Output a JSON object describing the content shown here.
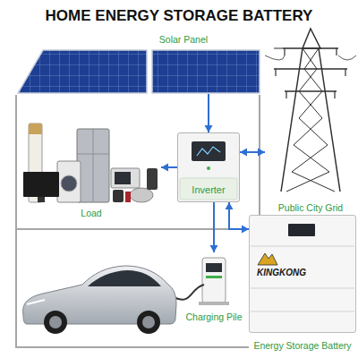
{
  "diagram": {
    "title": "HOME ENERGY STORAGE BATTERY",
    "nodes": [
      {
        "text": [
          "Solar Panel"
        ]
      },
      {
        "text": [
          "Load"
        ]
      },
      {
        "text": [
          "Inverter"
        ]
      },
      {
        "text": [
          "Public City Grid"
        ]
      },
      {
        "text": [
          "KINGKONG",
          "Energy Storage Battery"
        ]
      },
      {
        "text": [
          "Charging Pile"
        ]
      }
    ],
    "edges": [
      {
        "from": 0,
        "to": 2,
        "arrow": "to"
      },
      {
        "from": 2,
        "to": 1,
        "arrow": "to"
      },
      {
        "from": 2,
        "to": 3,
        "arrow": "both"
      },
      {
        "from": 2,
        "to": 4,
        "arrow": "both"
      },
      {
        "from": 2,
        "to": 5,
        "arrow": "to"
      }
    ]
  }
}
